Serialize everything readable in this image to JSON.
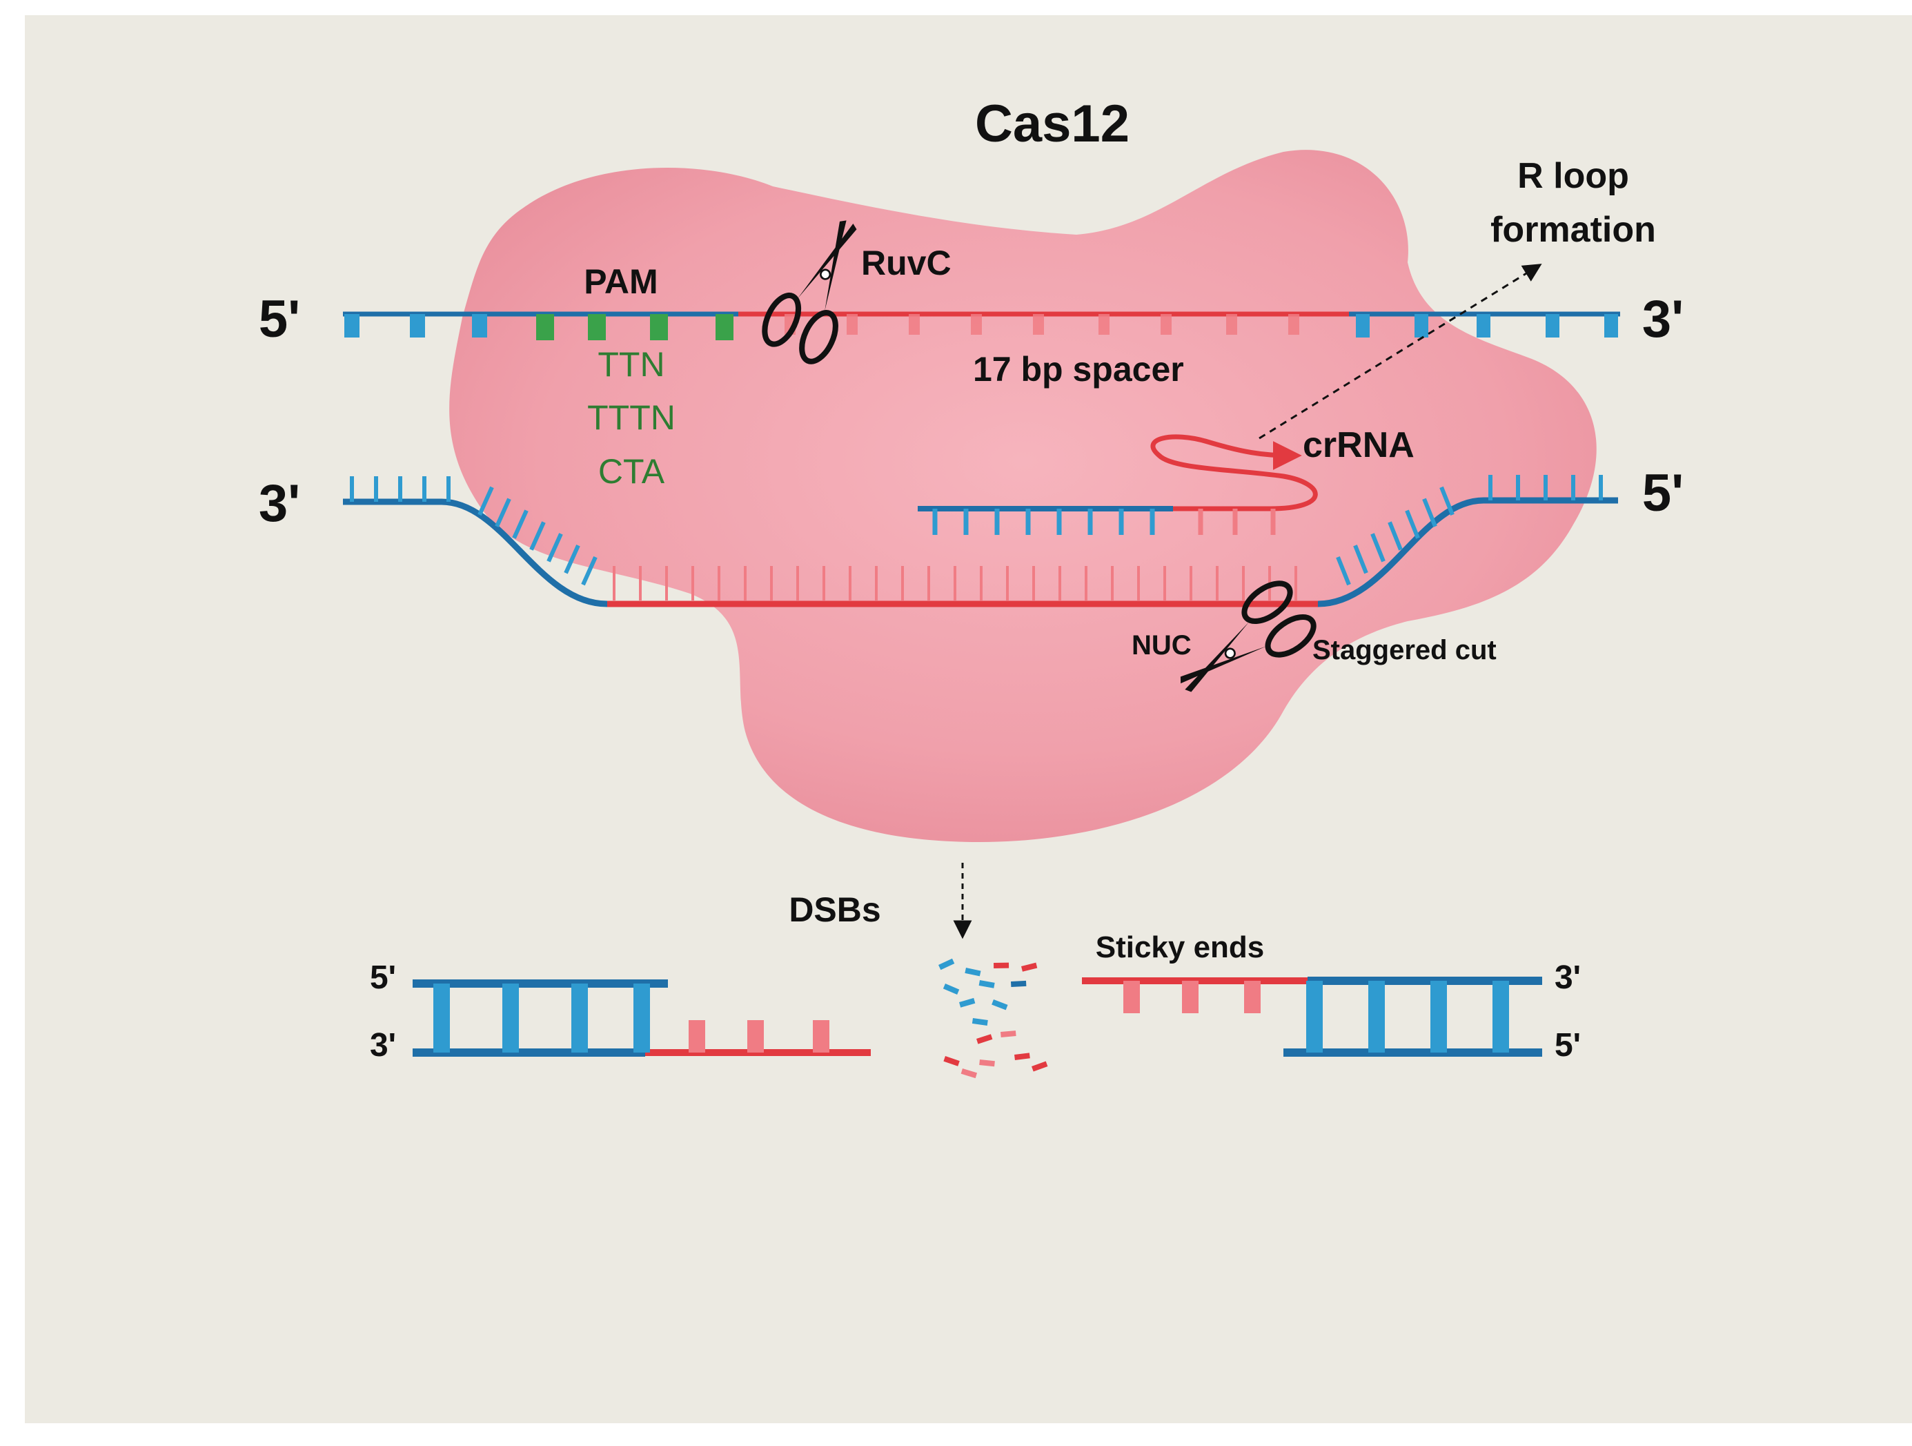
{
  "title": "Cas12",
  "labels": {
    "pam": "PAM",
    "pam_seqs": [
      "TTN",
      "TTTN",
      "CTA"
    ],
    "ruvc": "RuvC",
    "spacer": "17 bp spacer",
    "rloop_line1": "R loop",
    "rloop_line2": "formation",
    "crrna": "crRNA",
    "nuc": "NUC",
    "staggered": "Staggered cut",
    "dsbs": "DSBs",
    "sticky": "Sticky ends",
    "top_left_end": "5'",
    "top_right_end": "3'",
    "bottom_left_end": "3'",
    "bottom_right_end": "5'",
    "frag_left_top": "5'",
    "frag_left_bottom": "3'",
    "frag_right_top": "3'",
    "frag_right_bottom": "5'"
  },
  "colors": {
    "background": "#eceae2",
    "protein": "#f0a0ab",
    "dna_blue": "#1f6fa8",
    "dna_cyan": "#2f9bd0",
    "target_red": "#e23a40",
    "pam_green": "#3aa24a",
    "pam_text_green": "#2e7d32",
    "text": "#111111"
  },
  "icons": [
    "scissors-icon",
    "arrow-icon"
  ]
}
